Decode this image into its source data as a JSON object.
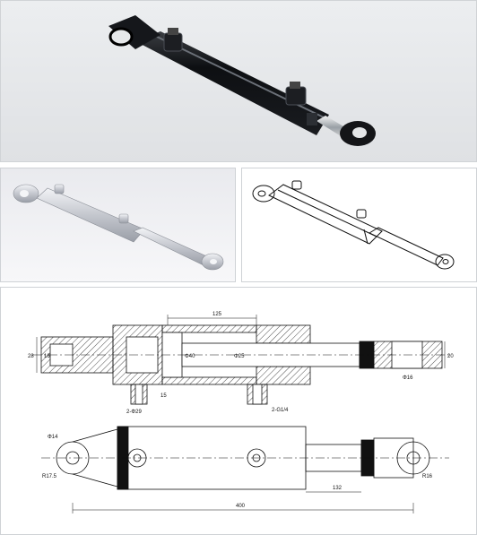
{
  "views": {
    "photo": "product photo of a black hydraulic cylinder with clevis ends",
    "render": "grey 3D render",
    "line_art": "isometric line drawing"
  },
  "drawing": {
    "dim_125": "125",
    "dim_28": "28",
    "dim_16a": "16",
    "dim_phi40": "Φ40",
    "dim_phi25": "Φ25",
    "dim_15": "15",
    "dim_2phi29": "2-Φ29",
    "dim_2g14": "2-G1/4",
    "dim_phi16": "Φ16",
    "dim_20": "20",
    "dim_phi14": "Φ14",
    "dim_r175": "R17.5",
    "dim_r16": "R16",
    "dim_132": "132",
    "dim_400": "400"
  }
}
